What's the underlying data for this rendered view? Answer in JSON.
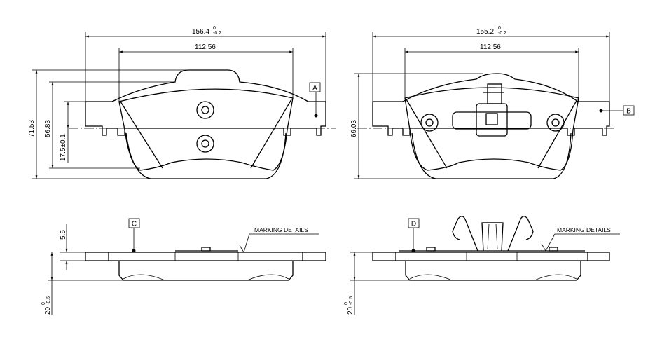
{
  "front_view_left": {
    "width_dim": "156.4",
    "width_tol_upper": "0",
    "width_tol_lower": "-0.2",
    "inner_dim": "112.56",
    "height_dim": "71.53",
    "height2_dim": "56.83",
    "offset_dim": "17.5±0.1",
    "ref_label": "A"
  },
  "front_view_right": {
    "width_dim": "155.2",
    "width_tol_upper": "0",
    "width_tol_lower": "-0.2",
    "inner_dim": "112.56",
    "height_dim": "69.03",
    "ref_label": "B"
  },
  "side_view_left": {
    "plate_dim": "5.5",
    "thickness_dim": "20",
    "thickness_tol_upper": "0",
    "thickness_tol_lower": "-0.5",
    "ref_label": "C",
    "marking_label": "MARKING  DETAILS"
  },
  "side_view_right": {
    "thickness_dim": "20",
    "thickness_tol_upper": "0",
    "thickness_tol_lower": "-0.5",
    "ref_label": "D",
    "marking_label": "MARKING  DETAILS"
  }
}
